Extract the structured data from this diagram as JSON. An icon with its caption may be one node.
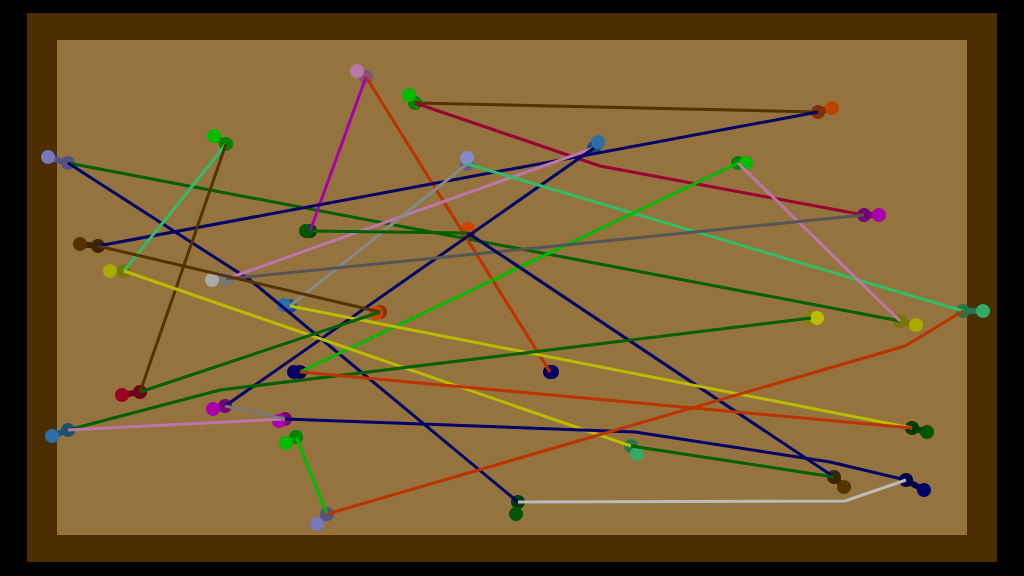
{
  "diagram": {
    "nodes": [
      {
        "text": [],
        "shape": "circle"
      },
      {
        "text": [],
        "shape": "circle"
      },
      {
        "text": [],
        "shape": "circle"
      },
      {
        "text": [],
        "shape": "circle"
      },
      {
        "text": [],
        "shape": "circle"
      },
      {
        "text": [],
        "shape": "circle"
      },
      {
        "text": [],
        "shape": "circle"
      },
      {
        "text": [],
        "shape": "circle"
      },
      {
        "text": [],
        "shape": "circle"
      },
      {
        "text": [],
        "shape": "circle"
      },
      {
        "text": [],
        "shape": "circle"
      },
      {
        "text": [],
        "shape": "circle"
      },
      {
        "text": [],
        "shape": "circle"
      },
      {
        "text": [],
        "shape": "circle"
      },
      {
        "text": [],
        "shape": "circle"
      },
      {
        "text": [],
        "shape": "circle"
      },
      {
        "text": [],
        "shape": "circle"
      },
      {
        "text": [],
        "shape": "circle"
      },
      {
        "text": [],
        "shape": "circle"
      },
      {
        "text": [],
        "shape": "circle"
      },
      {
        "text": [],
        "shape": "circle"
      },
      {
        "text": [],
        "shape": "circle"
      },
      {
        "text": [],
        "shape": "circle"
      },
      {
        "text": [],
        "shape": "circle"
      },
      {
        "text": [],
        "shape": "circle"
      },
      {
        "text": [],
        "shape": "circle"
      },
      {
        "text": [],
        "shape": "circle"
      },
      {
        "text": [],
        "shape": "circle"
      },
      {
        "text": [],
        "shape": "circle"
      },
      {
        "text": [],
        "shape": "circle"
      },
      {
        "text": [],
        "shape": "circle"
      },
      {
        "text": [],
        "shape": "circle"
      }
    ],
    "edges": [
      {
        "from": 0,
        "to": 17,
        "arrow": "none",
        "color": "#006000"
      },
      {
        "from": 0,
        "to": 30,
        "arrow": "none",
        "color": "#000066"
      },
      {
        "from": 1,
        "to": 9,
        "arrow": "none",
        "color": "#aa00aa"
      },
      {
        "from": 1,
        "to": 21,
        "arrow": "none",
        "color": "#bb3300"
      },
      {
        "from": 2,
        "to": 3,
        "arrow": "none",
        "color": "#553300"
      },
      {
        "from": 2,
        "to": 8,
        "arrow": "none",
        "color": "#990033"
      },
      {
        "from": 11,
        "to": 3,
        "arrow": "none",
        "color": "#000066"
      },
      {
        "from": 4,
        "to": 12,
        "arrow": "none",
        "color": "#33bb66"
      },
      {
        "from": 4,
        "to": 19,
        "arrow": "none",
        "color": "#553300"
      },
      {
        "from": 5,
        "to": 13,
        "arrow": "none",
        "color": "#bb77aa"
      },
      {
        "from": 5,
        "to": 22,
        "arrow": "none",
        "color": "#000066"
      },
      {
        "from": 6,
        "to": 14,
        "arrow": "none",
        "color": "#888888"
      },
      {
        "from": 6,
        "to": 18,
        "arrow": "none",
        "color": "#33bb66"
      },
      {
        "from": 7,
        "to": 20,
        "arrow": "none",
        "color": "#00bb00"
      },
      {
        "from": 7,
        "to": 17,
        "arrow": "none",
        "color": "#bb77aa"
      },
      {
        "from": 8,
        "to": 13,
        "arrow": "none",
        "color": "#555555"
      },
      {
        "from": 9,
        "to": 10,
        "arrow": "none",
        "color": "#006000"
      },
      {
        "from": 10,
        "to": 28,
        "arrow": "none",
        "color": "#000066"
      },
      {
        "from": 11,
        "to": 15,
        "arrow": "none",
        "color": "#553300"
      },
      {
        "from": 12,
        "to": 26,
        "arrow": "none",
        "color": "#bbbb00"
      },
      {
        "from": 14,
        "to": 27,
        "arrow": "none",
        "color": "#bbbb00"
      },
      {
        "from": 19,
        "to": 15,
        "arrow": "none",
        "color": "#006000"
      },
      {
        "from": 24,
        "to": 16,
        "arrow": "none",
        "color": "#006000"
      },
      {
        "from": 24,
        "to": 23,
        "arrow": "none",
        "color": "#bb77aa"
      },
      {
        "from": 22,
        "to": 23,
        "arrow": "none",
        "color": "#777777"
      },
      {
        "from": 23,
        "to": 29,
        "arrow": "none",
        "color": "#000066"
      },
      {
        "from": 25,
        "to": 31,
        "arrow": "none",
        "color": "#00bb00"
      },
      {
        "from": 31,
        "to": 18,
        "arrow": "none",
        "color": "#bb3300"
      },
      {
        "from": 20,
        "to": 27,
        "arrow": "none",
        "color": "#bb3300"
      },
      {
        "from": 26,
        "to": 28,
        "arrow": "none",
        "color": "#006000"
      },
      {
        "from": 30,
        "to": 29,
        "arrow": "none",
        "color": "#bbbbbb"
      }
    ]
  }
}
